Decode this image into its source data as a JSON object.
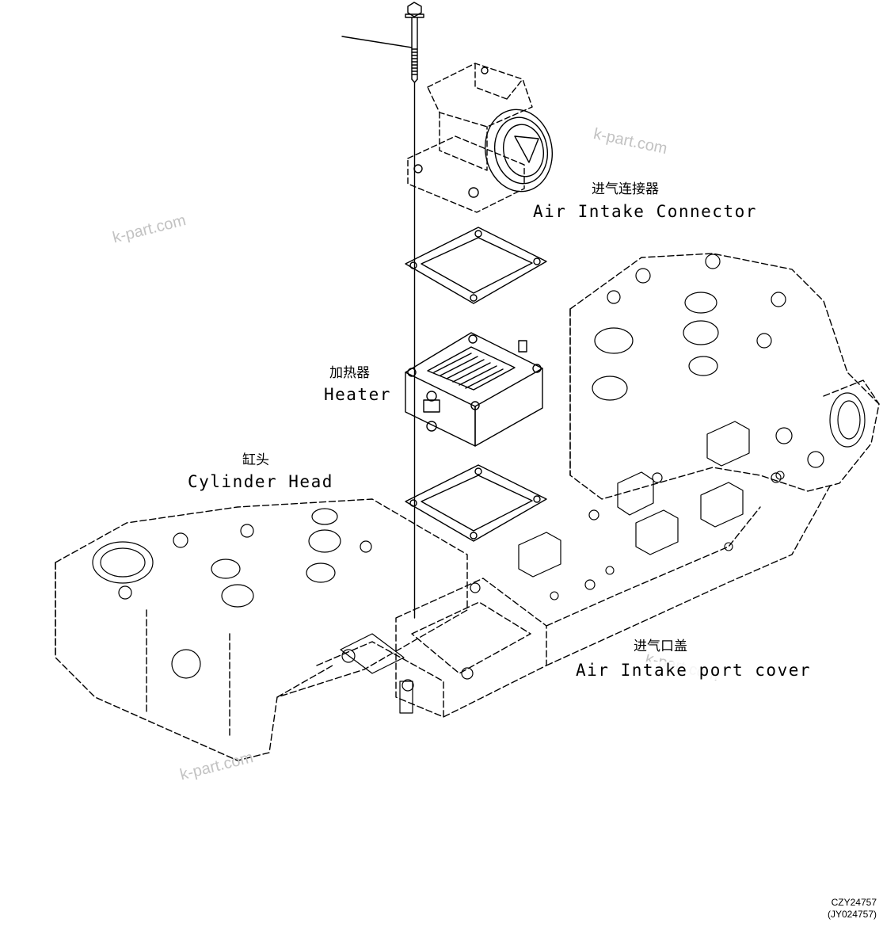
{
  "labels": {
    "air_intake_connector": {
      "cn": "进气连接器",
      "en": "Air Intake Connector"
    },
    "heater": {
      "cn": "加热器",
      "en": "Heater"
    },
    "cylinder_head": {
      "cn": "缸头",
      "en": "Cylinder Head"
    },
    "air_intake_port_cover": {
      "cn": "进气口盖",
      "en": "Air Intake port cover"
    }
  },
  "watermark": "k-part.com",
  "drawing_code": {
    "primary": "CZY24757",
    "secondary": "(JY024757)"
  },
  "colors": {
    "line": "#000000",
    "dashed": "#000000",
    "watermark": "#c2c2c2"
  }
}
